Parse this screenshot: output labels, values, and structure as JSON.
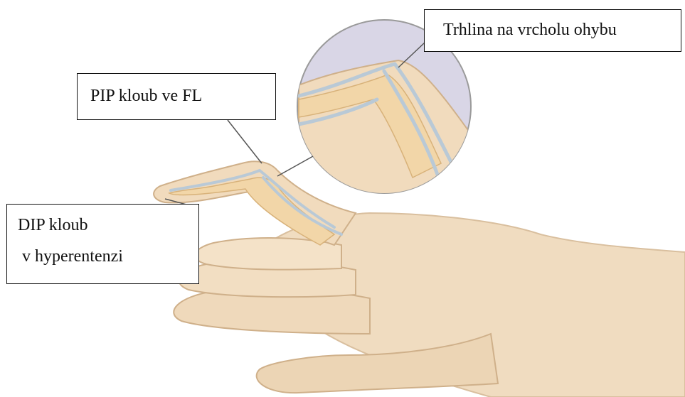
{
  "callouts": {
    "tear": "Trhlina na vrcholu ohybu",
    "pip_joint": "PIP kloub ve FL",
    "dip_joint_line1": "DIP kloub",
    "dip_joint_line2": " v hyperentenzi"
  },
  "colors": {
    "skin": "#f0dcc0",
    "skin_shadow": "#d9bf9e",
    "bone": "#f2d6a8",
    "tendon": "#b9c9d6",
    "magnifier_bg": "#d9d6e6",
    "leader_line": "#555555"
  }
}
